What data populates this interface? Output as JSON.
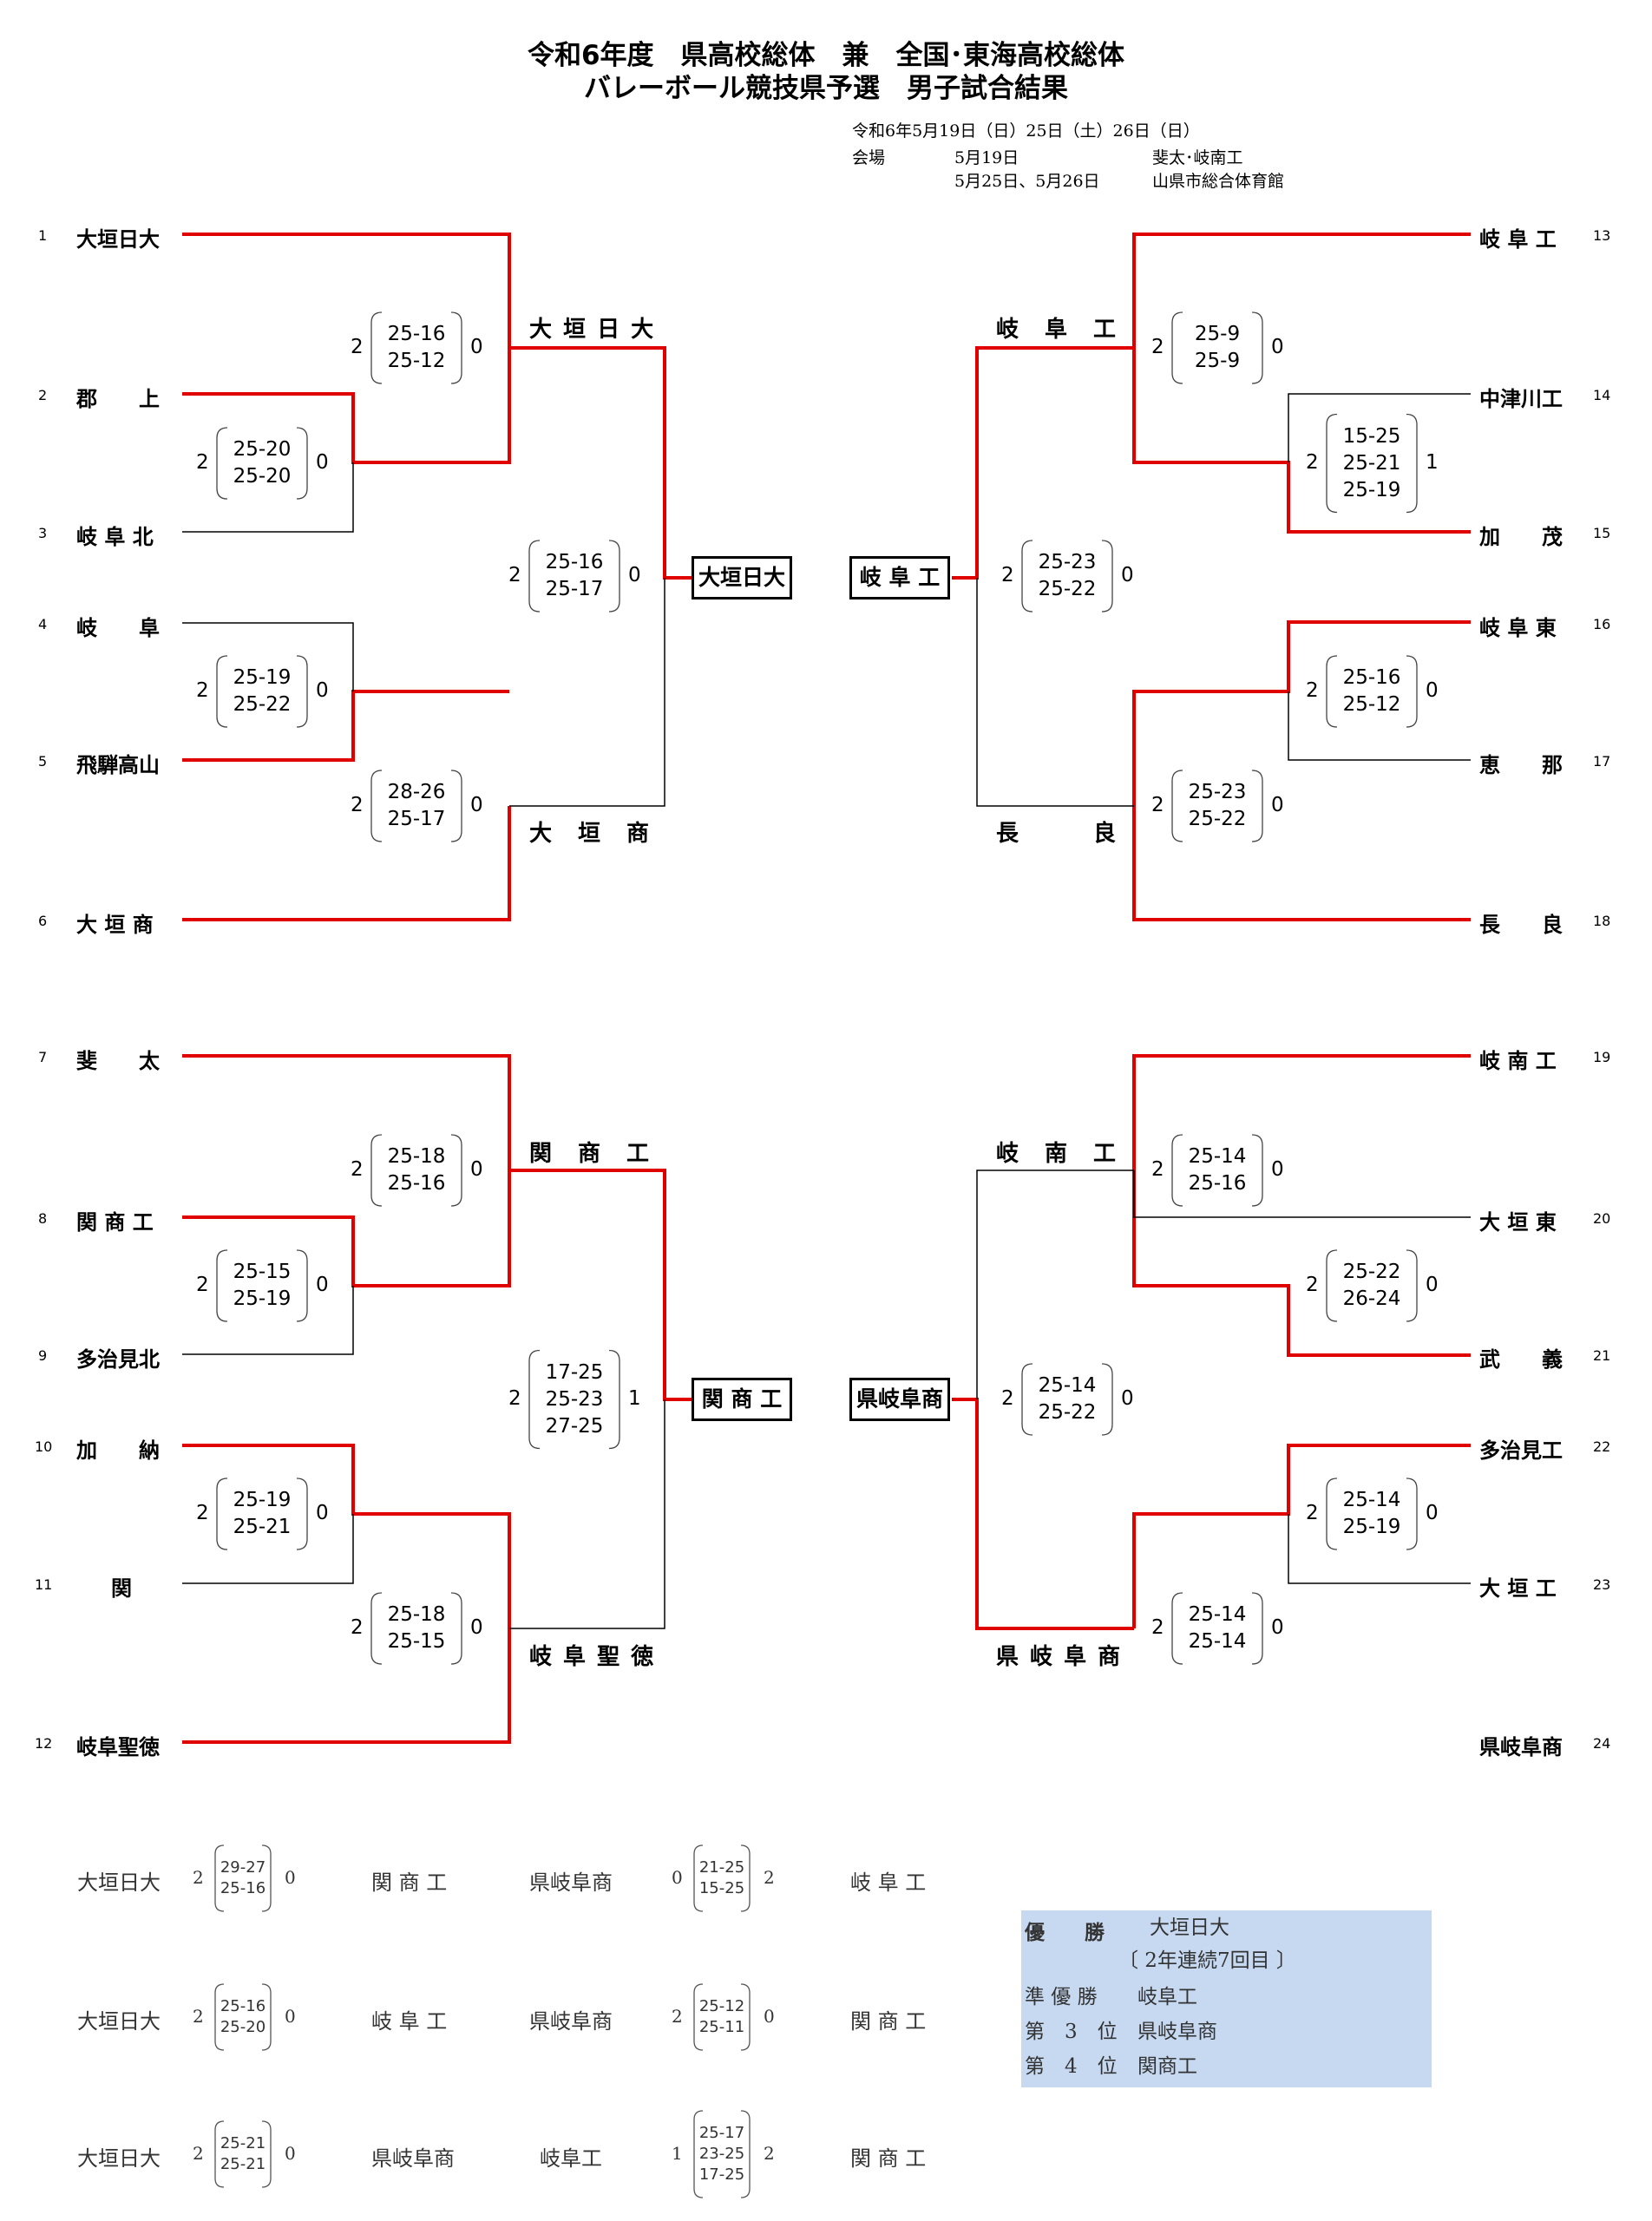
{
  "title": {
    "line1": "令和6年度　県高校総体　兼　全国･東海高校総体",
    "line2": "バレーボール競技県予選　男子試合結果"
  },
  "meta": {
    "dates": "令和6年5月19日（日）25日（土）26日（日）",
    "venue_label": "会場",
    "day1": "5月19日",
    "venue1": "斐太･岐南工",
    "day2": "5月25日、5月26日",
    "venue2": "山県市総合体育館"
  },
  "teams": [
    {
      "no": "1",
      "name": "大垣日大"
    },
    {
      "no": "2",
      "name": "郡　　上"
    },
    {
      "no": "3",
      "name": "岐 阜 北"
    },
    {
      "no": "4",
      "name": "岐　　阜"
    },
    {
      "no": "5",
      "name": "飛騨高山"
    },
    {
      "no": "6",
      "name": "大 垣 商"
    },
    {
      "no": "7",
      "name": "斐　　太"
    },
    {
      "no": "8",
      "name": "関 商 工"
    },
    {
      "no": "9",
      "name": "多治見北"
    },
    {
      "no": "10",
      "name": "加　　納"
    },
    {
      "no": "11",
      "name": "関"
    },
    {
      "no": "12",
      "name": "岐阜聖徳"
    },
    {
      "no": "13",
      "name": "岐 阜 工"
    },
    {
      "no": "14",
      "name": "中津川工"
    },
    {
      "no": "15",
      "name": "加　　茂"
    },
    {
      "no": "16",
      "name": "岐 阜 東"
    },
    {
      "no": "17",
      "name": "恵　　那"
    },
    {
      "no": "18",
      "name": "長　　良"
    },
    {
      "no": "19",
      "name": "岐 南 工"
    },
    {
      "no": "20",
      "name": "大 垣 東"
    },
    {
      "no": "21",
      "name": "武　　義"
    },
    {
      "no": "22",
      "name": "多治見工"
    },
    {
      "no": "23",
      "name": "大 垣 工"
    },
    {
      "no": "24",
      "name": "県岐阜商"
    }
  ],
  "block_winners": [
    "大 垣 日 大",
    "大　垣　商",
    "関　商　工",
    "岐 阜 聖 徳",
    "岐　阜　工",
    "長　　　良",
    "岐　南　工",
    "県 岐 阜 商"
  ],
  "finalists": [
    "大垣日大",
    "岐 阜 工",
    "関 商 工",
    "県岐阜商"
  ],
  "matches": [
    {
      "w": "2",
      "l": "0",
      "s": [
        "25-20",
        "25-20"
      ]
    },
    {
      "w": "2",
      "l": "0",
      "s": [
        "25-16",
        "25-12"
      ]
    },
    {
      "w": "2",
      "l": "0",
      "s": [
        "25-19",
        "25-22"
      ]
    },
    {
      "w": "2",
      "l": "0",
      "s": [
        "28-26",
        "25-17"
      ]
    },
    {
      "w": "2",
      "l": "0",
      "s": [
        "25-16",
        "25-17"
      ]
    },
    {
      "w": "2",
      "l": "1",
      "s": [
        "15-25",
        "25-21",
        "25-19"
      ]
    },
    {
      "w": "2",
      "l": "0",
      "s": [
        "25-9",
        "25-9"
      ]
    },
    {
      "w": "2",
      "l": "0",
      "s": [
        "25-23",
        "25-22"
      ]
    },
    {
      "w": "2",
      "l": "0",
      "s": [
        "25-16",
        "25-12"
      ]
    },
    {
      "w": "2",
      "l": "0",
      "s": [
        "25-23",
        "25-22"
      ]
    },
    {
      "w": "2",
      "l": "0",
      "s": [
        "25-15",
        "25-19"
      ]
    },
    {
      "w": "2",
      "l": "0",
      "s": [
        "25-18",
        "25-16"
      ]
    },
    {
      "w": "2",
      "l": "0",
      "s": [
        "25-19",
        "25-21"
      ]
    },
    {
      "w": "2",
      "l": "0",
      "s": [
        "25-18",
        "25-15"
      ]
    },
    {
      "w": "2",
      "l": "1",
      "s": [
        "17-25",
        "25-23",
        "27-25"
      ]
    },
    {
      "w": "2",
      "l": "0",
      "s": [
        "25-22",
        "26-24"
      ]
    },
    {
      "w": "2",
      "l": "0",
      "s": [
        "25-14",
        "25-16"
      ]
    },
    {
      "w": "2",
      "l": "0",
      "s": [
        "25-14",
        "25-19"
      ]
    },
    {
      "w": "2",
      "l": "0",
      "s": [
        "25-14",
        "25-14"
      ]
    },
    {
      "w": "2",
      "l": "0",
      "s": [
        "25-14",
        "25-22"
      ]
    }
  ],
  "final_league": [
    {
      "a": "大垣日大",
      "as": "2",
      "s": [
        "29-27",
        "25-16"
      ],
      "bs": "0",
      "b": "関 商 工"
    },
    {
      "a": "県岐阜商",
      "as": "0",
      "s": [
        "21-25",
        "15-25"
      ],
      "bs": "2",
      "b": "岐 阜 工"
    },
    {
      "a": "大垣日大",
      "as": "2",
      "s": [
        "25-16",
        "25-20"
      ],
      "bs": "0",
      "b": "岐 阜 工"
    },
    {
      "a": "県岐阜商",
      "as": "2",
      "s": [
        "25-12",
        "25-11"
      ],
      "bs": "0",
      "b": "関 商 工"
    },
    {
      "a": "大垣日大",
      "as": "2",
      "s": [
        "25-21",
        "25-21"
      ],
      "bs": "0",
      "b": "県岐阜商"
    },
    {
      "a": "岐阜工",
      "as": "1",
      "s": [
        "25-17",
        "23-25",
        "17-25"
      ],
      "bs": "2",
      "b": "関 商 工"
    }
  ],
  "results": {
    "champion_label": "優　　勝",
    "champion": "大垣日大",
    "champion_note": "〔 2年連続7回目 〕",
    "runner_up_label": "準 優 勝",
    "runner_up": "岐阜工",
    "third_label": "第　3　位",
    "third": "県岐阜商",
    "fourth_label": "第　4　位",
    "fourth": "関商工"
  },
  "colors": {
    "win_line": "#e00000",
    "line": "#000000",
    "results_bg": "#c6d9f1"
  }
}
